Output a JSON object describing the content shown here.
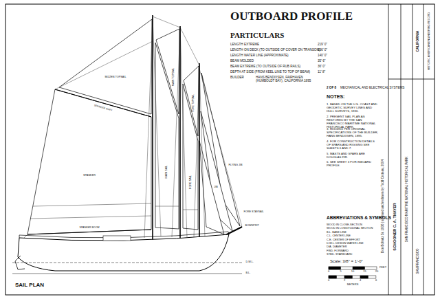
{
  "diagram": {
    "title": "OUTBOARD PROFILE",
    "labels": [
      "PARTICULARS",
      "LENGTH EXTREME",
      "219' 0\"",
      "LENGTH ON DECK (TO OUTSIDE OF COVER ON TRANSOM)",
      "156' 0\"",
      "LENGTH WATER LINE (APPROXIMATE)",
      "140' 0\"",
      "BEAM MOLDED",
      "35' 6\"",
      "BEAM EXTREME (TO OUTSIDE OF RUB RAILS)",
      "36' 0\"",
      "DEPTH AT SIDE (FROM KEEL LINE TO TOP OF BEAM)",
      "11' 8\"",
      "BUILDER",
      "HANS BENDIXSEN, FAIRHAVEN (HUMBOLDT BAY), CALIFORNIA 1895",
      "2 OF 8",
      "MECHANICAL AND ELECTRICAL SYSTEMS",
      "NOTES:",
      "1. BASED ON THE U.S. COAST AND GEODETIC SURVEY LINES AND HULL SURVEYS, 1936.",
      "2. PRESENT SAIL PLAN AS RESTORED BY THE SAN FRANCISCO MARITIME NATIONAL HISTORICAL PARK.",
      "3. RIGGING PER ORIGINAL SPECIFICATIONS OF THE BUILDER, HANS BENDIXSEN, 1895.",
      "4. FOR CONSTRUCTION DETAILS OF SPARS AND RIGGING SEE SHEETS 6 AND 7.",
      "5. MASTS AND SPARS ARE DOUGLAS FIR.",
      "6. SEE SHEET 3 FOR INBOARD PROFILE.",
      "ABBREVIATIONS & SYMBOLS",
      "WOOD IN CLOSE-SECTION",
      "WOOD IN LONGITUDINAL SECTION",
      "B.L. BASE LINE",
      "C.L. CENTER LINE",
      "C.E. CENTER OF EFFORT",
      "D.W.L. DESIGN WATER LINE",
      "DIA. DIAMETER",
      "FWD. FORWARD",
      "STBD. STARBOARD",
      "Scale: 3/8\" = 1'-0\"",
      "0",
      "5",
      "10",
      "15",
      "20",
      "FEET",
      "0",
      "2",
      "4",
      "6",
      "METERS",
      "MIZZEN TOPSAIL",
      "SPANKER GAFF",
      "SPANKER",
      "SPANKER BOOM",
      "MAIN TOPSAIL",
      "MAIN SAIL",
      "FORE TOPSAIL",
      "FORE SAIL",
      "FLYING JIB",
      "JIB",
      "FORE STAYSAIL",
      "BOWSPRIT",
      "D.W.L.",
      "B.L.",
      "SAIL PLAN",
      "SCHOONER C. A. THAYER",
      "SAN FRANCISCO MARITIME NATIONAL HISTORICAL PARK",
      "SAN FRANCISCO",
      "CALIFORNIA",
      "HISTORIC AMERICAN ENGINEERING RECORD",
      "Don Bohnitz Sr. 1936 | scanned and redrawn by Todd Croteau, 2004"
    ]
  }
}
